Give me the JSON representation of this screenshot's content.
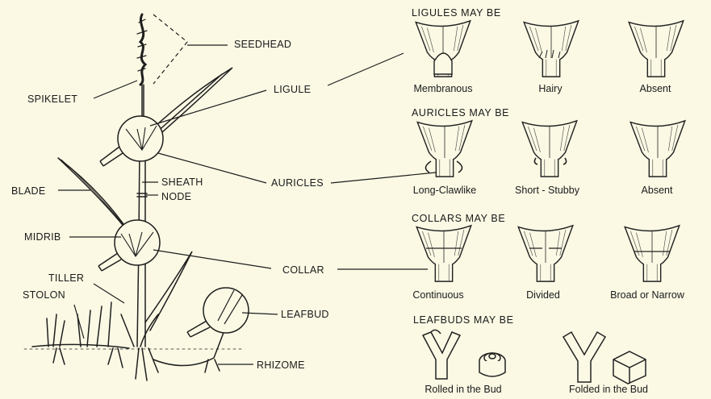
{
  "plant_labels": {
    "seedhead": "SEEDHEAD",
    "spikelet": "SPIKELET",
    "ligule": "LIGULE",
    "blade": "BLADE",
    "sheath": "SHEATH",
    "node": "NODE",
    "auricles": "AURICLES",
    "midrib": "MIDRIB",
    "collar": "COLLAR",
    "tiller": "TILLER",
    "stolon": "STOLON",
    "leafbud": "LEAFBUD",
    "rhizome": "RHIZOME"
  },
  "ligules": {
    "heading": "LIGULES MAY BE",
    "types": [
      "Membranous",
      "Hairy",
      "Absent"
    ]
  },
  "auricles": {
    "heading": "AURICLES MAY BE",
    "types": [
      "Long-Clawlike",
      "Short - Stubby",
      "Absent"
    ]
  },
  "collars": {
    "heading": "COLLARS MAY BE",
    "types": [
      "Continuous",
      "Divided",
      "Broad or Narrow"
    ]
  },
  "leafbuds": {
    "heading": "LEAFBUDS MAY BE",
    "types": [
      "Rolled in the Bud",
      "Folded in the Bud"
    ]
  }
}
